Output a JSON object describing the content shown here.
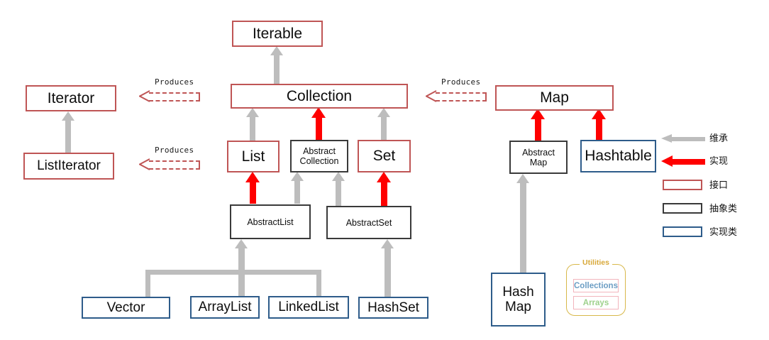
{
  "diagram": {
    "title": "Java Collections Framework hierarchy",
    "colors": {
      "interface_border": "#bf5555",
      "abstract_border": "#3a3a3a",
      "implementation_border": "#2e5c8a",
      "inherits_arrow": "#bdbdbd",
      "implements_arrow": "#ff0000",
      "utilities_border": "#d8b84a",
      "utilities_title": "#d8a93a",
      "collections_text": "#6c9ec4",
      "arrays_text": "#9ed18c",
      "utility_box_border": "#f2b4bc"
    }
  },
  "nodes": {
    "iterable": {
      "label": "Iterable",
      "kind": "interface"
    },
    "collection": {
      "label": "Collection",
      "kind": "interface"
    },
    "iterator": {
      "label": "Iterator",
      "kind": "interface"
    },
    "list_iterator": {
      "label": "ListIterator",
      "kind": "interface"
    },
    "list": {
      "label": "List",
      "kind": "interface"
    },
    "abstract_collection": {
      "label": "Abstract\nCollection",
      "kind": "abstract"
    },
    "set": {
      "label": "Set",
      "kind": "interface"
    },
    "abstract_list": {
      "label": "AbstractList",
      "kind": "abstract"
    },
    "abstract_set": {
      "label": "AbstractSet",
      "kind": "abstract"
    },
    "vector": {
      "label": "Vector",
      "kind": "implementation"
    },
    "array_list": {
      "label": "ArrayList",
      "kind": "implementation"
    },
    "linked_list": {
      "label": "LinkedList",
      "kind": "implementation"
    },
    "hash_set": {
      "label": "HashSet",
      "kind": "implementation"
    },
    "map": {
      "label": "Map",
      "kind": "interface"
    },
    "abstract_map": {
      "label": "Abstract\nMap",
      "kind": "abstract"
    },
    "hashtable": {
      "label": "Hashtable",
      "kind": "implementation"
    },
    "hash_map": {
      "label": "Hash\nMap",
      "kind": "implementation"
    }
  },
  "edge_labels": {
    "produces_left": "Produces",
    "produces_right": "Produces"
  },
  "utilities": {
    "title": "Utilities",
    "items": [
      {
        "label": "Collections"
      },
      {
        "label": "Arrays"
      }
    ]
  },
  "legend": {
    "rows": [
      {
        "label": "维承",
        "glyph": "grey-arrow-icon"
      },
      {
        "label": "实现",
        "glyph": "red-arrow-icon"
      },
      {
        "label": "接口",
        "glyph": "interface-box-icon"
      },
      {
        "label": "抽象类",
        "glyph": "abstract-box-icon"
      },
      {
        "label": "实现类",
        "glyph": "implementation-box-icon"
      }
    ]
  }
}
